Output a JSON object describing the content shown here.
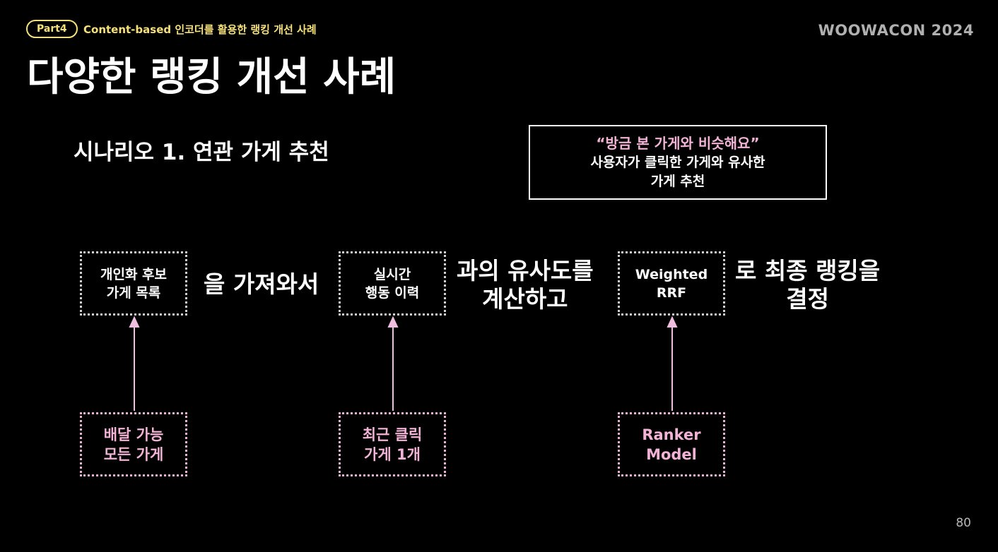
{
  "header": {
    "part_badge": "Part4",
    "breadcrumb": "Content-based 인코더를 활용한 랭킹 개선 사례",
    "brand": "WOOWACON 2024"
  },
  "title": "다양한 랭킹 개선 사례",
  "scenario": "시나리오 1. 연관 가게 추천",
  "callout": {
    "quote": "“방금 본 가게와 비슷해요”",
    "line1": "사용자가 클릭한 가게와 유사한",
    "line2": "가게 추천"
  },
  "flow": {
    "box1": {
      "line1": "개인화 후보",
      "line2": "가게 목록"
    },
    "connector1": "을 가져와서",
    "box2": {
      "line1": "실시간",
      "line2": "행동 이력"
    },
    "connector2": {
      "line1": "과의 유사도를",
      "line2": "계산하고"
    },
    "box3": {
      "line1": "Weighted",
      "line2": "RRF"
    },
    "connector3": {
      "line1": "로 최종 랭킹을",
      "line2": "결정"
    }
  },
  "sources": {
    "box1": {
      "line1": "배달 가능",
      "line2": "모든 가게"
    },
    "box2": {
      "line1": "최근 클릭",
      "line2": "가게 1개"
    },
    "box3": {
      "line1": "Ranker",
      "line2": "Model"
    }
  },
  "colors": {
    "accent_yellow": "#f5e07a",
    "accent_pink": "#f2b3d6",
    "arrow_pink": "#f0bfe0",
    "background": "#000000"
  },
  "page_number": "80"
}
